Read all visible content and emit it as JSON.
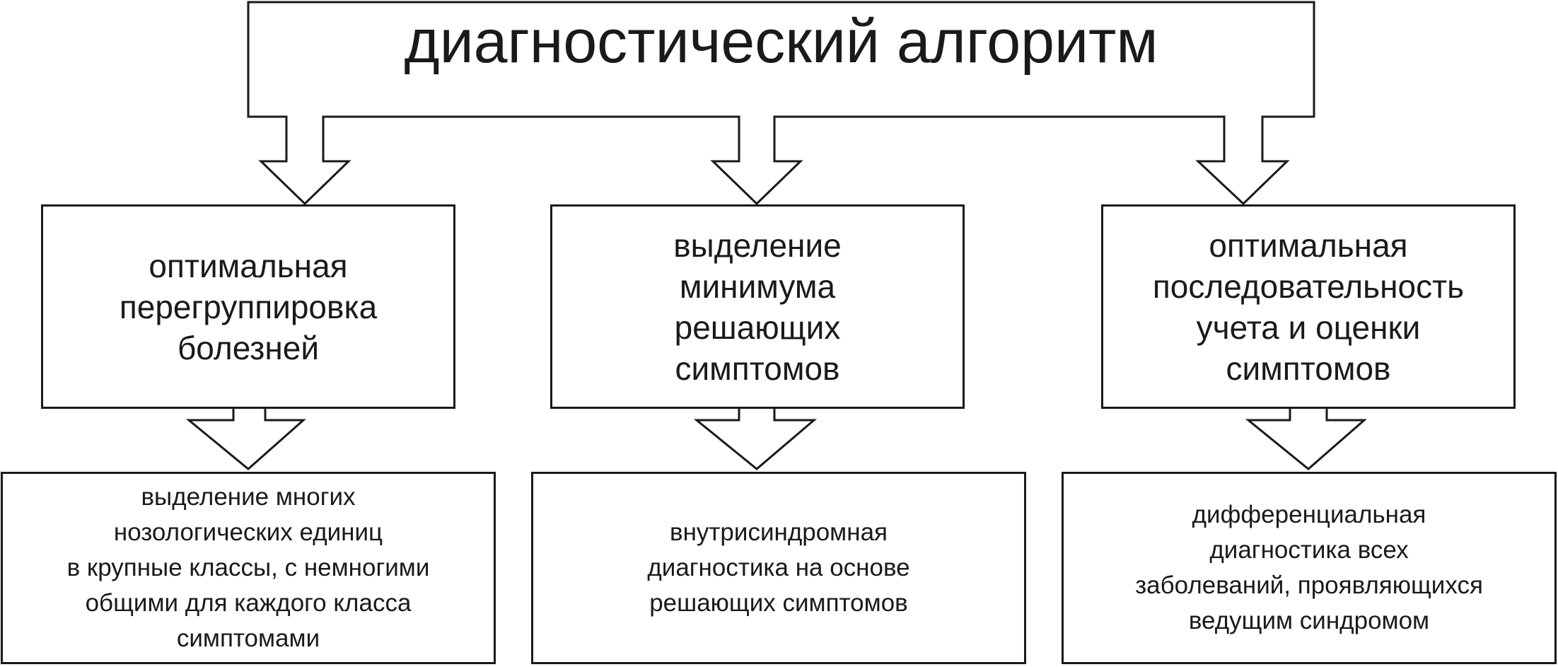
{
  "diagram": {
    "title": "диагностический алгоритм",
    "middle": [
      {
        "text": "оптимальная\nперегруппировка\nболезней"
      },
      {
        "text": "выделение\nминимума\nрешающих\nсимптомов"
      },
      {
        "text": "оптимальная\nпоследовательность\nучета и оценки\nсимптомов"
      }
    ],
    "bottom": [
      {
        "text": "выделение многих\nнозологических единиц\nв крупные классы, с немногими\nобщими для каждого класса\nсимптомами"
      },
      {
        "text": "внутрисиндромная\nдиагностика на основе\nрешающих симптомов"
      },
      {
        "text": "дифференциальная\nдиагностика всех\nзаболеваний, проявляющихся\nведущим синдромом"
      }
    ],
    "colors": {
      "stroke": "#1a1a1a",
      "background": "#ffffff"
    }
  }
}
